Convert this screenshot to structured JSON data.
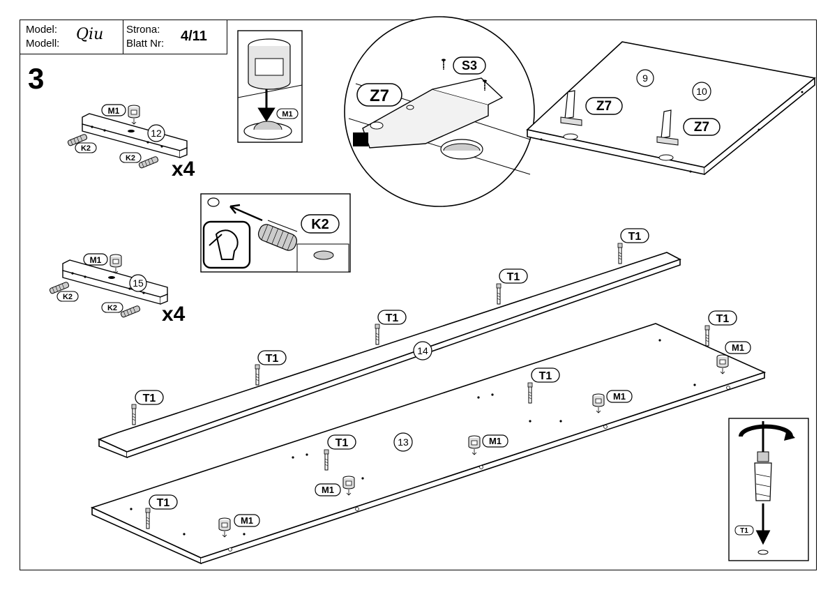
{
  "header": {
    "model_label": "Model:",
    "modell_label": "Modell:",
    "model_name": "Qiu",
    "strona_label": "Strona:",
    "blatt_label": "Blatt Nr:",
    "page": "4/11"
  },
  "step_number": "3",
  "multipliers": {
    "part12": "x4",
    "part15": "x4"
  },
  "parts": {
    "p9": "9",
    "p10": "10",
    "p12": "12",
    "p13": "13",
    "p14": "14",
    "p15": "15"
  },
  "hardware": {
    "m1": "M1",
    "k2": "K2",
    "t1": "T1",
    "z7": "Z7",
    "s3": "S3"
  }
}
